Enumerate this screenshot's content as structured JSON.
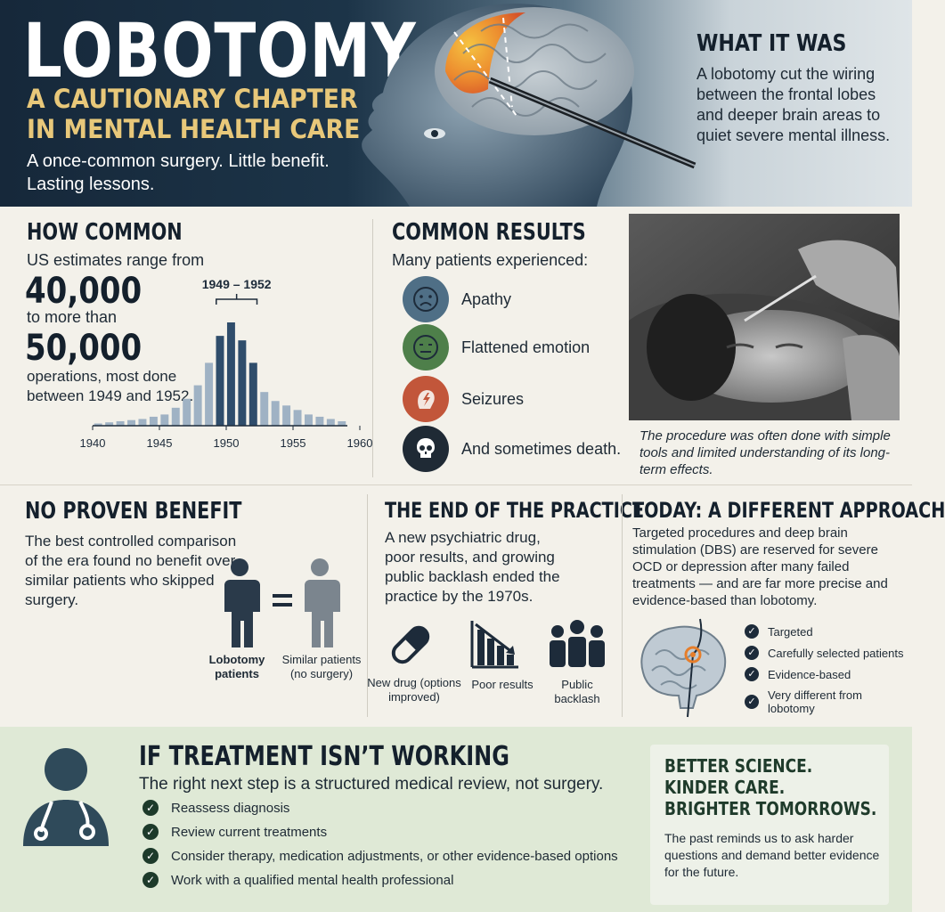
{
  "header": {
    "title": "LOBOTOMY",
    "subtitle_line1": "A CAUTIONARY CHAPTER",
    "subtitle_line2": "IN MENTAL HEALTH CARE",
    "tagline": "A once-common surgery. Little benefit. Lasting lessons.",
    "what_title": "WHAT IT WAS",
    "what_text": "A lobotomy cut the wiring between the frontal lobes and deeper brain areas to quiet severe mental illness."
  },
  "how_common": {
    "title": "HOW COMMON",
    "intro": "US estimates range from",
    "low": "40,000",
    "mid": "to more than",
    "high": "50,000",
    "outro": "operations, most done between 1949 and 1952.",
    "peak_label": "1949 – 1952",
    "chart_data": {
      "type": "bar",
      "x_ticks": [
        "1940",
        "1945",
        "1950",
        "1955",
        "1960"
      ],
      "values": [
        1,
        1.5,
        2,
        2.5,
        3,
        4,
        5,
        8,
        12,
        18,
        28,
        40,
        46,
        38,
        28,
        15,
        11,
        9,
        7,
        5,
        4,
        3,
        2
      ],
      "highlight_range": [
        11,
        14
      ],
      "colors": {
        "base": "#9fb2c4",
        "highlight": "#2f4d6b"
      }
    }
  },
  "common_results": {
    "title": "COMMON RESULTS",
    "intro": "Many patients experienced:",
    "items": [
      {
        "label": "Apathy",
        "icon": "sad-face-icon",
        "color": "#4f6f86"
      },
      {
        "label": "Flattened emotion",
        "icon": "neutral-face-icon",
        "color": "#4e7f4a"
      },
      {
        "label": "Seizures",
        "icon": "lightning-head-icon",
        "color": "#c2563a"
      },
      {
        "label": "And sometimes death.",
        "icon": "skull-icon",
        "color": "#1f2a35"
      }
    ]
  },
  "photo": {
    "caption": "The procedure was often done with simple tools and limited understanding of its long-term effects."
  },
  "no_benefit": {
    "title": "NO PROVEN BENEFIT",
    "text": "The best controlled comparison of the era found no benefit over similar patients who skipped surgery.",
    "left_label": "Lobotomy patients",
    "right_label": "Similar patients (no surgery)",
    "equals": "="
  },
  "end_practice": {
    "title": "THE END OF THE PRACTICE",
    "text": "A new psychiatric drug, poor results, and growing public backlash ended the practice by the 1970s.",
    "items": [
      {
        "label": "New drug (options improved)",
        "icon": "pill-icon"
      },
      {
        "label": "Poor results",
        "icon": "declining-bars-icon"
      },
      {
        "label": "Public backlash",
        "icon": "crowd-icon"
      }
    ]
  },
  "today": {
    "title": "TODAY: A DIFFERENT APPROACH",
    "text": "Targeted procedures and deep brain stimulation (DBS) are reserved for severe OCD or depression after many failed treatments — and are far more precise and evidence-based than lobotomy.",
    "checks": [
      "Targeted",
      "Carefully selected patients",
      "Evidence-based",
      "Very different from lobotomy"
    ]
  },
  "treatment": {
    "title": "IF TREATMENT ISN’T WORKING",
    "subtitle": "The right next step is a structured medical review, not surgery.",
    "items": [
      "Reassess diagnosis",
      "Review current treatments",
      "Consider therapy, medication adjustments, or other evidence-based options",
      "Work with a qualified mental health professional"
    ]
  },
  "better": {
    "line1": "BETTER SCIENCE.",
    "line2": "KINDER CARE.",
    "line3": "BRIGHTER TOMORROWS.",
    "text": "The past reminds us to ask harder questions and demand better evidence for the future."
  }
}
